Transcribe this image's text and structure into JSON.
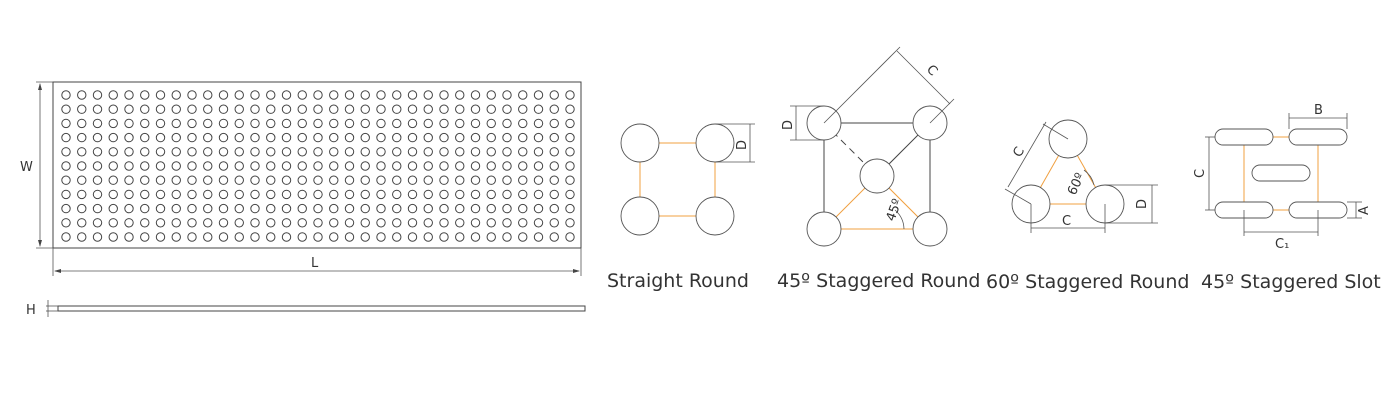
{
  "sheet": {
    "width_label": "W",
    "length_label": "L",
    "thickness_label": "H",
    "hole_rows": 11,
    "hole_cols": 33
  },
  "patterns": [
    {
      "id": "straight-round",
      "caption": "Straight Round",
      "dims": {
        "D": "D"
      }
    },
    {
      "id": "staggered-45-round",
      "caption": "45º Staggered Round",
      "dims": {
        "C": "C",
        "D": "D",
        "angle": "45º"
      }
    },
    {
      "id": "staggered-60-round",
      "caption": "60º Staggered Round",
      "dims": {
        "C_side": "C",
        "C_bottom": "C",
        "D": "D",
        "angle": "60º"
      }
    },
    {
      "id": "staggered-45-slot",
      "caption": "45º Staggered Slot",
      "dims": {
        "B": "B",
        "C": "C",
        "A": "A",
        "C1": "C₁"
      }
    }
  ],
  "colors": {
    "line": "#444444",
    "guide": "#f0a040",
    "text": "#333333"
  }
}
